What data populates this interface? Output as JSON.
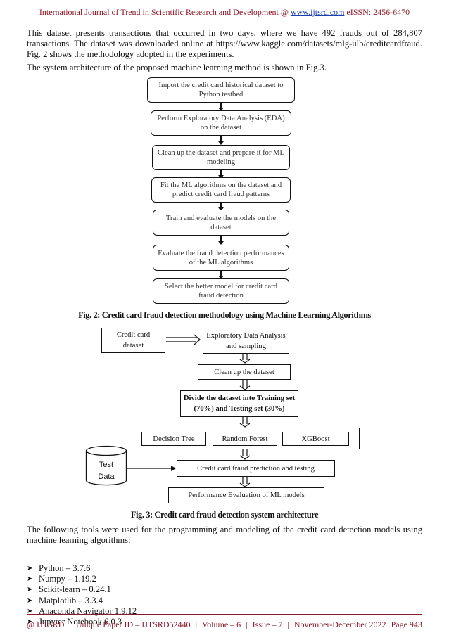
{
  "header": {
    "text": "International Journal of Trend in Scientific Research and Development @ ",
    "link": "www.ijtsrd.com",
    "issn": " eISSN: 2456-6470"
  },
  "paragraphs": {
    "dataset": "This dataset presents transactions that occurred in two days, where we have 492 frauds out of 284,807 transactions. The dataset was downloaded online at https://www.kaggle.com/datasets/mlg-ulb/creditcardfraud. Fig. 2 shows the methodology adopted in the experiments.",
    "architecture": "The system architecture of the proposed machine learning method is shown in Fig.3.",
    "tools": "The following tools were used for the programming and modeling of the credit card detection models using machine learning algorithms:"
  },
  "fig2": {
    "steps": [
      "Import the credit card historical dataset to Python testbed",
      "Perform Exploratory Data Analysis (EDA) on the dataset",
      "Clean up the dataset and prepare it for ML modeling",
      "Fit the ML algorithms on the dataset and predict credit card fraud patterns",
      "Train and evaluate the models on the dataset",
      "Evaluate the fraud detection performances of the ML algorithms",
      "Select the better model for credit card fraud detection"
    ],
    "caption": "Fig. 2: Credit card fraud detection methodology using Machine Learning Algorithms"
  },
  "fig3": {
    "credit_card_dataset": "Credit card dataset",
    "eda": "Exploratory Data Analysis and sampling",
    "clean": "Clean up the dataset",
    "divide": "Divide the dataset into Training set (70%) and Testing set (30%)",
    "models": [
      "Decision Tree",
      "Random Forest",
      "XGBoost"
    ],
    "test_data": "Test Data",
    "prediction": "Credit card fraud prediction and testing",
    "performance": "Performance Evaluation of ML models",
    "caption": "Fig. 3: Credit card fraud detection system architecture"
  },
  "tools": [
    "Python – 3.7.6",
    "Numpy – 1.19.2",
    "Scikit-learn – 0.24.1",
    "Matplotlib – 3.3.4",
    "Anaconda Navigator 1.9.12",
    "Jupyter Notebook 6.0.3"
  ],
  "footer": {
    "journal": "@ IJTSRD",
    "paper_id": "Unique Paper ID – IJTSRD52440",
    "volume": "Volume – 6",
    "issue": "Issue – 7",
    "date": "November-December 2022",
    "page": "Page 943"
  },
  "colors": {
    "header": "#8b1a2b",
    "link": "#1a3fb0"
  },
  "icons": {
    "bullet": "arrowhead-bullet-icon"
  }
}
